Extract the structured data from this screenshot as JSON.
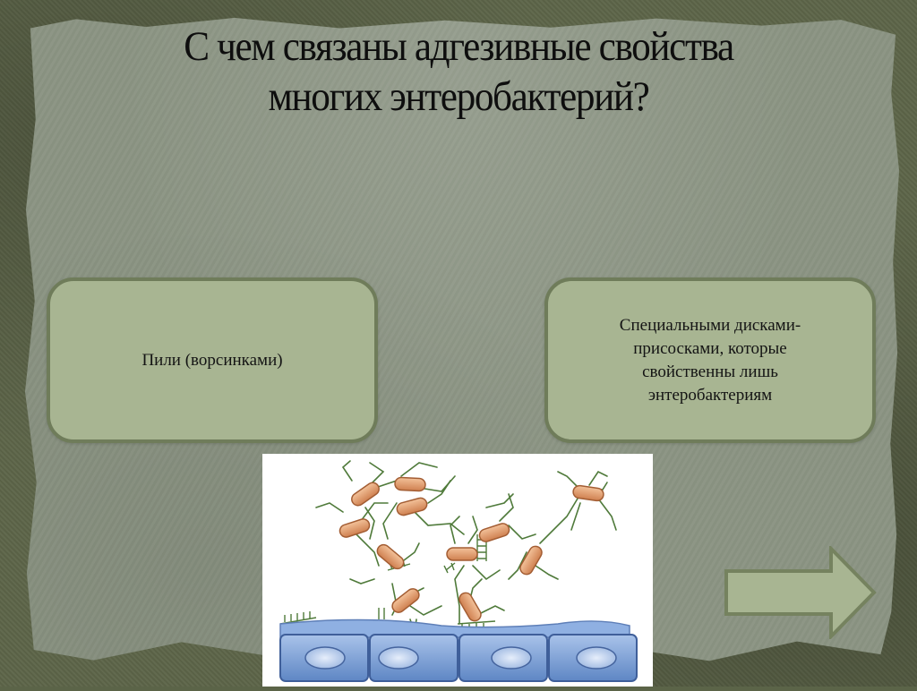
{
  "slide": {
    "title_line1": "С чем связаны адгезивные свойства",
    "title_line2": "многих энтеробактерий?",
    "answers": [
      {
        "label": "Пили (ворсинками)"
      },
      {
        "label_lines": [
          "Специальными дисками-",
          "присосками, которые",
          "свойственны лишь",
          "энтеробактериям"
        ]
      }
    ],
    "illustration": {
      "subject": "bacteria-adhering-to-epithelial-cells",
      "bacteria_color": "#d9905c",
      "pili_color": "#4f7a3a",
      "cell_color": "#7fa3d6"
    },
    "navigation": {
      "next_icon": "arrow-right-icon",
      "arrow_color": "#a8b592"
    },
    "colors": {
      "frame": "#5d6549",
      "paper": "#8b9483",
      "box_fill": "#a8b592",
      "box_border": "#6f7c5a"
    }
  }
}
